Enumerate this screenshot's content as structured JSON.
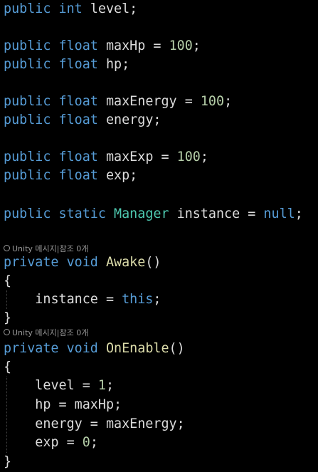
{
  "code": {
    "l1": {
      "kw": "public",
      "type": "int",
      "rest": "level;"
    },
    "l3": {
      "kw": "public",
      "type": "float",
      "name": "maxHp",
      "op": " = ",
      "num": "100",
      "end": ";"
    },
    "l4": {
      "kw": "public",
      "type": "float",
      "rest": "hp;"
    },
    "l6": {
      "kw": "public",
      "type": "float",
      "name": "maxEnergy",
      "op": " = ",
      "num": "100",
      "end": ";"
    },
    "l7": {
      "kw": "public",
      "type": "float",
      "rest": "energy;"
    },
    "l9": {
      "kw": "public",
      "type": "float",
      "name": "maxExp",
      "op": " = ",
      "num": "100",
      "end": ";"
    },
    "l10": {
      "kw": "public",
      "type": "float",
      "rest": "exp;"
    },
    "l12": {
      "kw1": "public",
      "kw2": "static",
      "cls": "Manager",
      "name": "instance",
      "op": " = ",
      "null": "null",
      "end": ";"
    },
    "lens1": "Unity 메시지|참조 0개",
    "awake": {
      "kw1": "private",
      "kw2": "void",
      "fn": "Awake",
      "parens": "()"
    },
    "brace_open": "{",
    "brace_close": "}",
    "awake_body": {
      "name": "instance",
      "op": " = ",
      "kw": "this",
      "end": ";"
    },
    "lens2": "Unity 메시지|참조 0개",
    "onenable": {
      "kw1": "private",
      "kw2": "void",
      "fn": "OnEnable",
      "parens": "()"
    },
    "oe_level": {
      "name": "level",
      "op": " = ",
      "num": "1",
      "end": ";"
    },
    "oe_hp": {
      "text": "hp = maxHp;"
    },
    "oe_energy": {
      "text": "energy = maxEnergy;"
    },
    "oe_exp": {
      "name": "exp",
      "op": " = ",
      "num": "0",
      "end": ";"
    }
  },
  "colors": {
    "background": "#000000",
    "keyword": "#569cd6",
    "type": "#4ec9b0",
    "function": "#dcdcaa",
    "number": "#b5cea8",
    "text": "#dcdcdc",
    "codelens": "#9a9a9a"
  }
}
